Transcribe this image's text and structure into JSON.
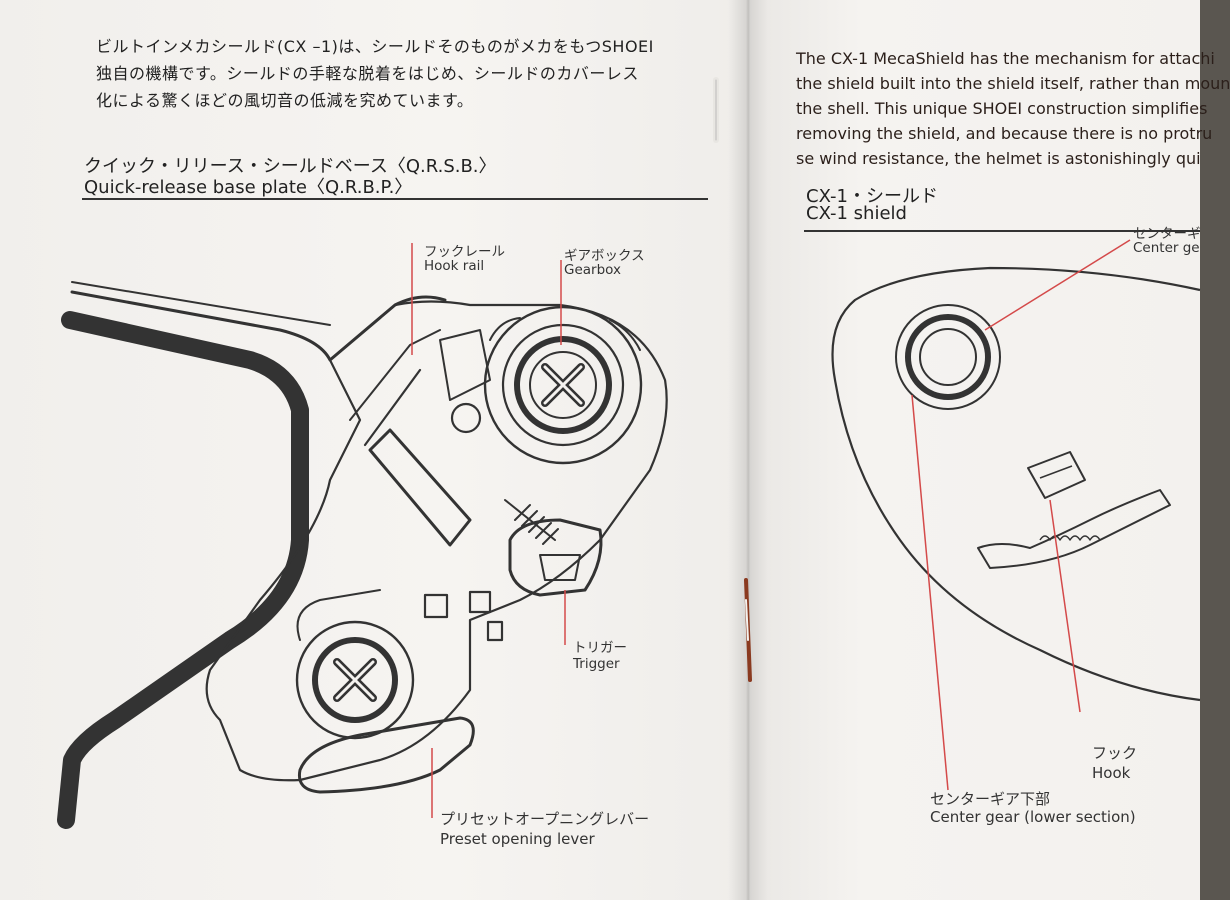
{
  "left_page": {
    "intro_lines": [
      "ビルトインメカシールド(CX –1)は、シールドそのものがメカをもつSHOEI",
      "独自の機構です。シールドの手軽な脱着をはじめ、シールドのカバーレス",
      "化による驚くほどの風切音の低減を究めています。"
    ],
    "section_title_jp": "クイック・リリース・シールドベース〈Q.R.S.B.〉",
    "section_title_en": "Quick-release base plate〈Q.R.B.P.〉",
    "labels": {
      "hook_rail_jp": "フックレール",
      "hook_rail_en": "Hook rail",
      "gearbox_jp": "ギアボックス",
      "gearbox_en": "Gearbox",
      "trigger_jp": "トリガー",
      "trigger_en": "Trigger",
      "preset_lever_jp": "プリセットオープニングレバー",
      "preset_lever_en": "Preset opening lever"
    }
  },
  "right_page": {
    "intro_lines": [
      "The CX-1 MecaShield has the mechanism for attachi",
      "the shield built into the shield itself, rather than moun",
      "the shell. This unique SHOEI construction simplifies",
      "removing the shield, and because there is no protru",
      "se wind resistance, the helmet is astonishingly qui"
    ],
    "section_title_jp": "CX-1・シールド",
    "section_title_en": "CX-1 shield",
    "labels": {
      "center_gear_jp": "センターギ",
      "center_gear_en": "Center ge",
      "hook_jp": "フック",
      "hook_en": "Hook",
      "center_gear_lower_jp": "センターギア下部",
      "center_gear_lower_en": "Center gear (lower section)"
    }
  },
  "colors": {
    "paper": "#f4f2ef",
    "ink": "#333333",
    "leader_red": "#d44a4a",
    "background": "#5a5650",
    "stitch_thread": "#8a3a20"
  }
}
